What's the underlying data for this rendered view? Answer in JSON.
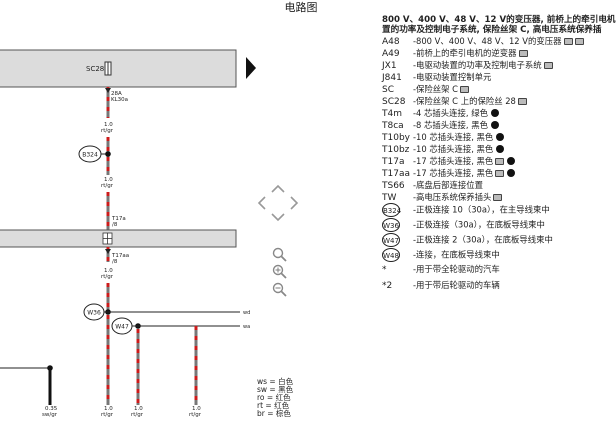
{
  "page": {
    "title": "电路图"
  },
  "diagram": {
    "component_labels": {
      "sc28": "SC28",
      "terminal_28a": "28A",
      "terminal_kl30a": "KL30a",
      "b324": "B324",
      "t17a": "T17a",
      "t17a_pin": "/8",
      "t17aa": "T17aa",
      "t17aa_pin": "/8",
      "w36": "W36",
      "w47": "W47"
    },
    "wire_specs": {
      "top": {
        "size": "1.0",
        "color": "rt/gr"
      },
      "mid": {
        "size": "1.0",
        "color": "rt/gr"
      },
      "lower": {
        "size": "1.0",
        "color": "rt/gr"
      },
      "bottom": [
        {
          "size": "0.35",
          "color": "sw/gr"
        },
        {
          "size": "1.0",
          "color": "rt/gr"
        },
        {
          "size": "1.0",
          "color": "rt/gr"
        },
        {
          "size": "1.0",
          "color": "rt/gr"
        }
      ]
    },
    "edge_labels": {
      "wd": "wd",
      "wa": "wa"
    }
  },
  "color_key": [
    {
      "code": "ws",
      "name": "白色"
    },
    {
      "code": "sw",
      "name": "黑色"
    },
    {
      "code": "ro",
      "name": "红色"
    },
    {
      "code": "rt",
      "name": "红色"
    },
    {
      "code": "br",
      "name": "棕色"
    }
  ],
  "legend": {
    "header_line1": "800 V、400 V、48 V、12 V的变压器, 前桥上的牵引电机",
    "header_line2": "置的功率及控制电子系统, 保险丝架 C, 高电压系统保养插",
    "rows": [
      {
        "code": "A48",
        "desc": "-800 V、400 V、48 V、12 V的变压器",
        "icons": [
          "camera",
          "camera"
        ]
      },
      {
        "code": "A49",
        "desc": "-前桥上的牵引电机的逆变器",
        "icons": [
          "camera"
        ]
      },
      {
        "code": "JX1",
        "desc": "-电驱动装置的功率及控制电子系统",
        "icons": [
          "camera"
        ]
      },
      {
        "code": "J841",
        "desc": "-电驱动装置控制单元",
        "icons": []
      },
      {
        "code": "SC",
        "desc": "-保险丝架 C",
        "icons": [
          "camera"
        ]
      },
      {
        "code": "SC28",
        "desc": "-保险丝架 C 上的保险丝 28",
        "icons": [
          "camera"
        ]
      },
      {
        "code": "T4m",
        "desc": "-4 芯插头连接, 绿色",
        "icons": [
          "sound"
        ]
      },
      {
        "code": "T8ca",
        "desc": "-8 芯插头连接, 黑色",
        "icons": [
          "sound"
        ]
      },
      {
        "code": "T10by",
        "desc": "-10 芯插头连接, 黑色",
        "icons": [
          "sound"
        ]
      },
      {
        "code": "T10bz",
        "desc": "-10 芯插头连接, 黑色",
        "icons": [
          "sound"
        ]
      },
      {
        "code": "T17a",
        "desc": "-17 芯插头连接, 黑色",
        "icons": [
          "camera",
          "sound"
        ]
      },
      {
        "code": "T17aa",
        "desc": "-17 芯插头连接, 黑色",
        "icons": [
          "camera",
          "sound"
        ]
      },
      {
        "code": "TS66",
        "desc": "-底盘后部连接位置",
        "icons": []
      },
      {
        "code": "TW",
        "desc": "-高电压系统保养插头",
        "icons": [
          "camera"
        ]
      },
      {
        "code": "B324",
        "desc": "-正极连接 10（30a），在主导线束中",
        "icons": []
      },
      {
        "code": "W36",
        "desc": "-正极连接（30a），在底板导线束中",
        "icons": []
      },
      {
        "code": "W47",
        "desc": "-正极连接 2（30a），在底板导线束中",
        "icons": []
      },
      {
        "code": "W48",
        "desc": "-连接，在底板导线束中",
        "icons": []
      },
      {
        "code": "*",
        "desc": "-用于带全轮驱动的汽车",
        "icons": []
      },
      {
        "code": "*2",
        "desc": "-用于带后轮驱动的车辆",
        "icons": []
      }
    ]
  }
}
